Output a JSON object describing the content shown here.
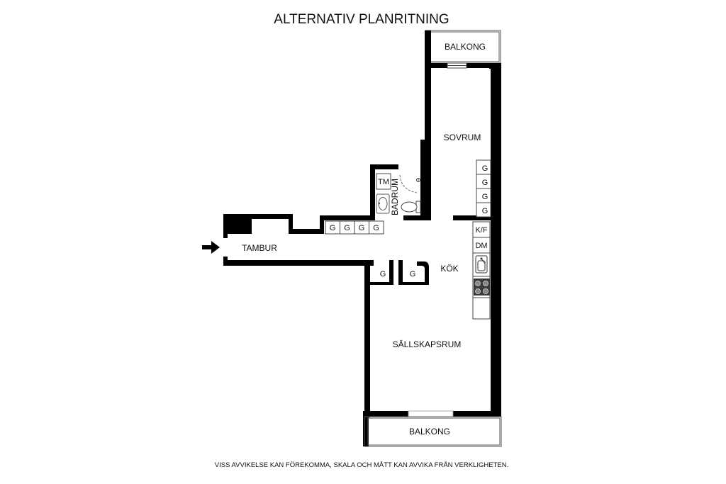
{
  "title": "ALTERNATIV PLANRITNING",
  "footer": "VISS AVVIKELSE KAN FÖREKOMMA, SKALA OCH MÅTT KAN AVVIKA FRÅN VERKLIGHETEN.",
  "rooms": {
    "balkong_top": "BALKONG",
    "sovrum": "SOVRUM",
    "badrum": "BADRUM",
    "tambur": "TAMBUR",
    "kok": "KÖK",
    "sallskapsrum": "SÄLLSKAPSRUM",
    "balkong_bottom": "BALKONG"
  },
  "fixtures": {
    "wardrobe": "G",
    "washer": "TM",
    "fridge": "K/F",
    "dishwasher": "DM"
  }
}
